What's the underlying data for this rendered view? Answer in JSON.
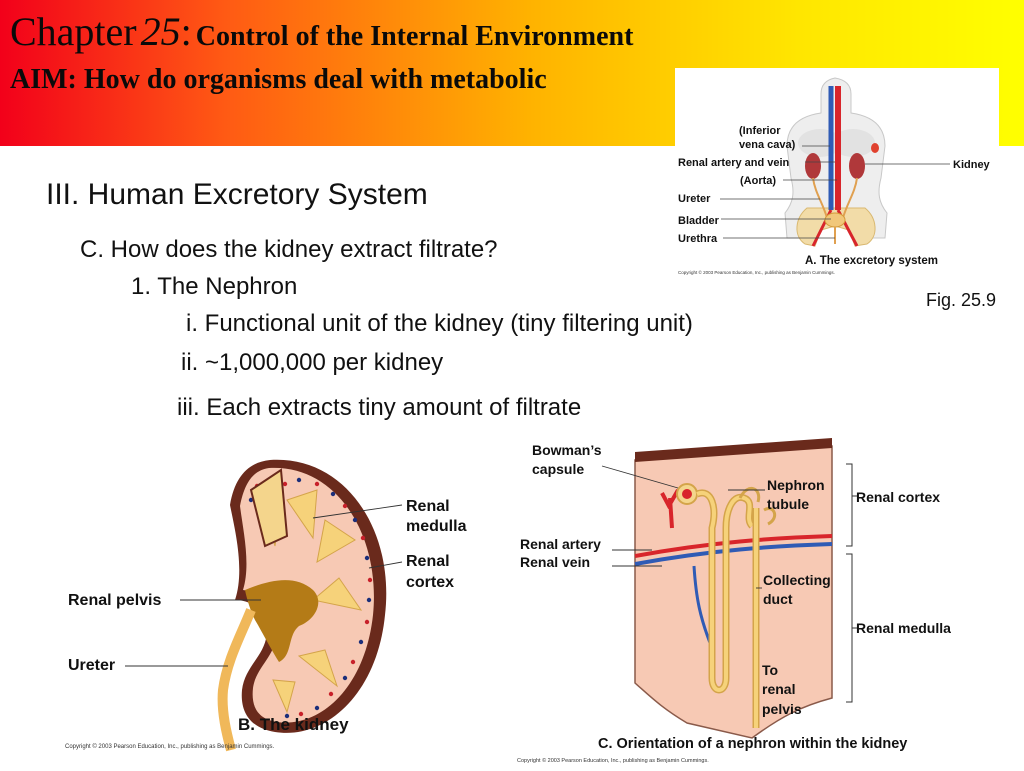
{
  "header": {
    "chapter_word": "Chapter",
    "chapter_number": "25",
    "chapter_colon": ":",
    "chapter_title": "Control of the Internal Environment",
    "aim": "AIM: How do organisms deal with metabolic"
  },
  "content": {
    "section": "III. Human Excretory System",
    "question": "C. How does the kidney extract filtrate?",
    "point1": "1. The Nephron",
    "sub1": "i. Functional unit of the kidney (tiny filtering unit)",
    "sub2": "ii. ~1,000,000 per kidney",
    "sub3": "iii. Each extracts tiny amount of filtrate"
  },
  "figure_ref": "Fig. 25.9",
  "diagram_a": {
    "labels": {
      "ivc_line1": "(Inferior",
      "ivc_line2": "vena cava)",
      "renal_av": "Renal artery and vein",
      "aorta": "(Aorta)",
      "ureter": "Ureter",
      "bladder": "Bladder",
      "urethra": "Urethra",
      "kidney": "Kidney"
    },
    "caption": "A. The excretory system",
    "copyright": "Copyright © 2003 Pearson Education, Inc., publishing as Benjamin Cummings."
  },
  "diagram_b": {
    "labels": {
      "medulla_line1": "Renal",
      "medulla_line2": "medulla",
      "cortex_line1": "Renal",
      "cortex_line2": "cortex",
      "pelvis": "Renal pelvis",
      "ureter": "Ureter"
    },
    "caption": "B. The kidney",
    "copyright": "Copyright © 2003 Pearson Education, Inc., publishing as Benjamin Cummings."
  },
  "diagram_c": {
    "labels": {
      "bowman_line1": "Bowman’s",
      "bowman_line2": "capsule",
      "nephron_line1": "Nephron",
      "nephron_line2": "tubule",
      "cortex": "Renal cortex",
      "artery": "Renal artery",
      "vein": "Renal vein",
      "collecting_line1": "Collecting",
      "collecting_line2": "duct",
      "medulla": "Renal medulla",
      "pelvis_line1": "To",
      "pelvis_line2": "renal",
      "pelvis_line3": "pelvis"
    },
    "caption": "C. Orientation of a nephron within the kidney",
    "copyright": "Copyright © 2003 Pearson Education, Inc., publishing as Benjamin Cummings."
  },
  "colors": {
    "header_start": "#f2001a",
    "header_end": "#ffff00",
    "artery": "#d8252b",
    "vein": "#2f5bb5",
    "tissue": "#f7c9b4",
    "capsule": "#6a2a1c",
    "tubule": "#f6d27a"
  }
}
